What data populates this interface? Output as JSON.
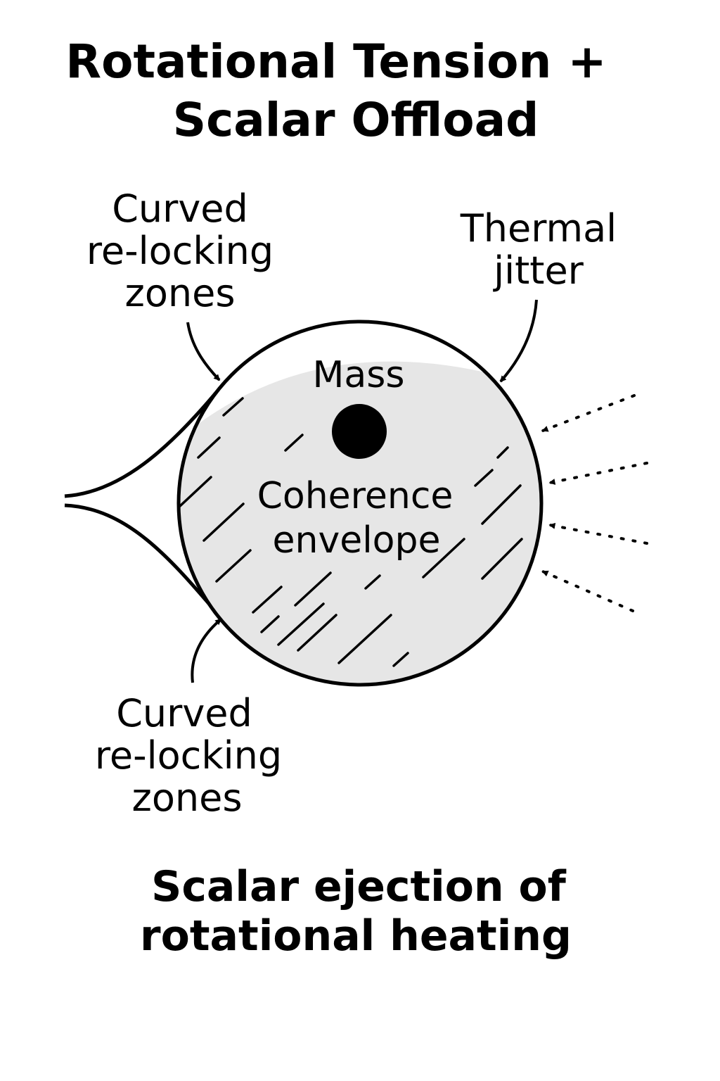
{
  "title": {
    "line1": "Rotational Tension +",
    "line2": "Scalar Offload"
  },
  "labels": {
    "top_left": [
      "Curved",
      "re-locking",
      "zones"
    ],
    "top_right": [
      "Thermal",
      "jitter"
    ],
    "bottom_left": [
      "Curved",
      "re-locking",
      "zones"
    ]
  },
  "sphere": {
    "mass_label": "Mass",
    "envelope_label": [
      "Coherence",
      "envelope"
    ],
    "outline_color": "#000000",
    "envelope_fill": "#e6e6e6",
    "core_color": "#000000"
  },
  "caption": {
    "line1": "Scalar ejection of",
    "line2": "rotational heating"
  }
}
